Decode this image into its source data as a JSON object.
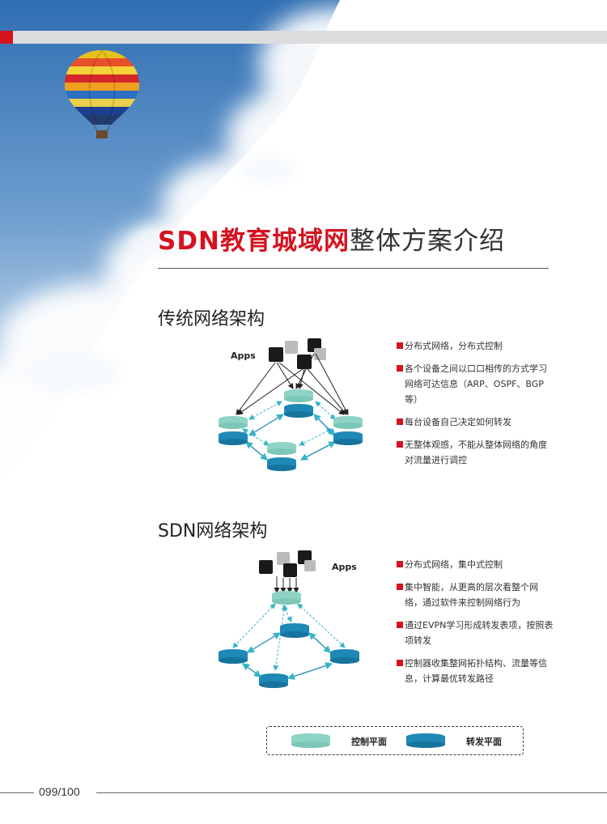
{
  "title": {
    "highlight": "SDN教育城域网",
    "rest": "整体方案介绍"
  },
  "traditional": {
    "heading": "传统网络架构",
    "apps_label": "Apps",
    "bullets": [
      "分布式网络，分布式控制",
      "各个设备之间以口口相传的方式学习网络可达信息（ARP、OSPF、BGP等）",
      "每台设备自己决定如何转发",
      "无整体观感，不能从整体网络的角度对流量进行调控"
    ]
  },
  "sdn": {
    "heading": "SDN网络架构",
    "apps_label": "Apps",
    "bullets": [
      "分布式网络，集中式控制",
      "集中智能，从更高的层次看整个网络，通过软件来控制网络行为",
      "通过EVPN学习形成转发表项，按照表项转发",
      "控制器收集整网拓扑结构、流量等信息，计算最优转发路径"
    ]
  },
  "legend": {
    "control_plane": "控制平面",
    "forwarding_plane": "转发平面"
  },
  "page_number": "099/100",
  "colors": {
    "accent_red": "#d6121f",
    "control_teal": "#8fd3c4",
    "forward_blue": "#1e88b6",
    "arrow_teal": "#35b4c8",
    "app_dark": "#1a1a1a",
    "app_gray": "#bbbbbb"
  },
  "icons": {
    "balloon": "hot-air-balloon",
    "app": "app-square",
    "device": "cylinder-device"
  }
}
